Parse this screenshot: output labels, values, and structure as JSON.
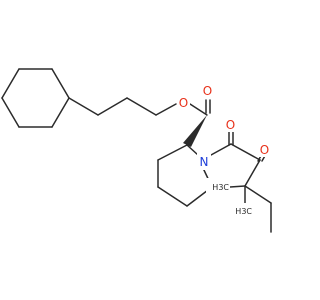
{
  "molecule": {
    "atom_labels": {
      "ester_oxygen": "O",
      "carbonyl_oxygen_ester": "O",
      "ring_nitrogen": "N",
      "ketone_oxygen_1": "O",
      "ketone_oxygen_2": "O",
      "methyl_top": "H3C",
      "methyl_bottom": "H3C"
    },
    "colors": {
      "bond": "#2b2b2b",
      "oxygen": "#e8311a",
      "nitrogen": "#1f3fd9",
      "carbon": "#2b2b2b"
    }
  }
}
